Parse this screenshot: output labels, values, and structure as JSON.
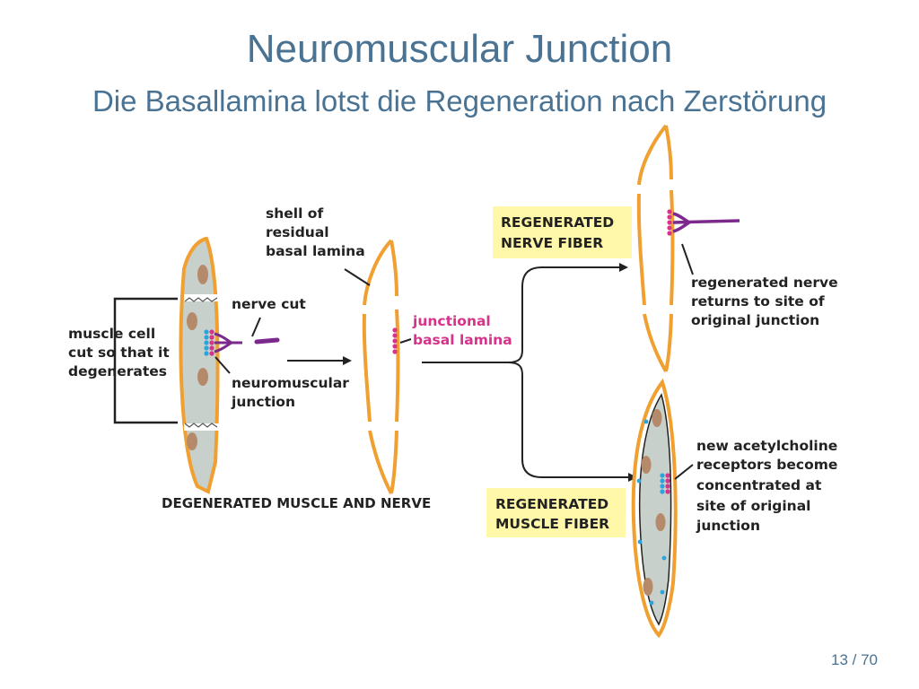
{
  "slide": {
    "title": "Neuromuscular Junction",
    "subtitle": "Die Basallamina lotst die Regeneration nach Zerstörung",
    "page_number": "13 / 70"
  },
  "labels": {
    "muscle_cell_cut": [
      "muscle cell",
      "cut so that it",
      "degenerates"
    ],
    "nerve_cut": "nerve cut",
    "neuromuscular_junction": [
      "neuromuscular",
      "junction"
    ],
    "shell": [
      "shell of",
      "residual",
      "basal lamina"
    ],
    "junctional_basal_lamina": [
      "junctional",
      "basal lamina"
    ],
    "degenerated": "DEGENERATED MUSCLE AND NERVE",
    "regenerated_nerve_box": [
      "REGENERATED",
      "NERVE FIBER"
    ],
    "regenerated_muscle_box": [
      "REGENERATED",
      "MUSCLE FIBER"
    ],
    "nerve_returns": [
      "regenerated nerve",
      "returns to site of",
      "original junction"
    ],
    "acetylcholine": [
      "new acetylcholine",
      "receptors become",
      "concentrated at",
      "site of original",
      "junction"
    ]
  },
  "colors": {
    "title": "#4a7393",
    "lamina": "#f0a030",
    "muscle_fill": "#c8d0cc",
    "nucleus": "#b58a6a",
    "nerve": "#7b2a8c",
    "junction_dots": "#d6338a",
    "receptor_dots": "#2aa4dc",
    "box_fill": "#fff8a8",
    "junctional_label": "#d6338a",
    "text": "#222222"
  }
}
